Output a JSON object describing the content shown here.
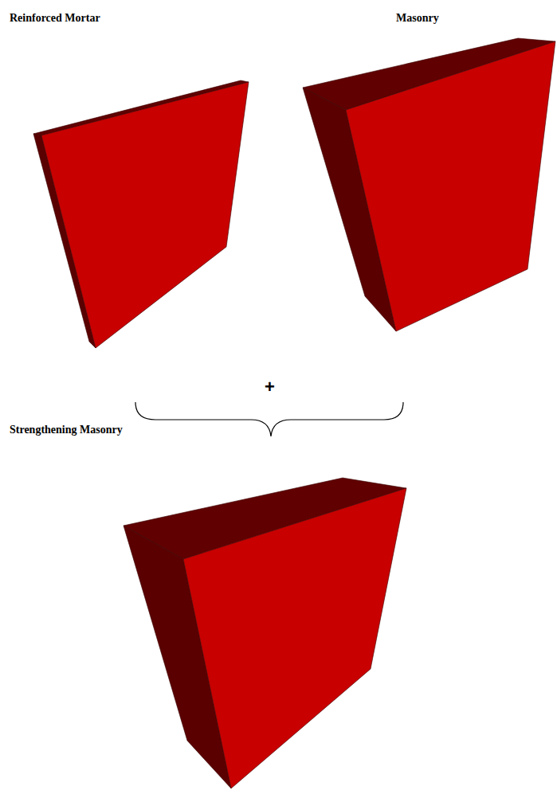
{
  "diagram": {
    "labels": [
      "Reinforced Mortar",
      "Masonry",
      "+",
      "Strengthening Masonry"
    ]
  }
}
